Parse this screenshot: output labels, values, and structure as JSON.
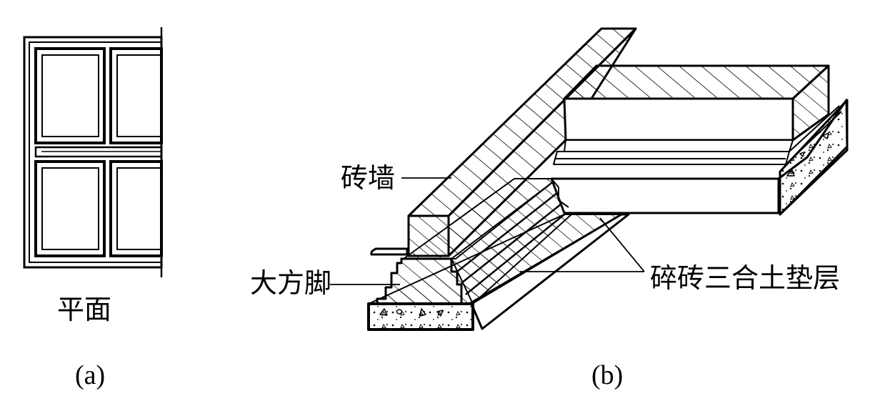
{
  "panel_a": {
    "label": "平面",
    "caption": "(a)"
  },
  "panel_b": {
    "caption": "(b)",
    "callouts": {
      "brick_wall": "砖墙",
      "footing": "大方脚",
      "cushion": "碎砖三合土垫层"
    }
  }
}
